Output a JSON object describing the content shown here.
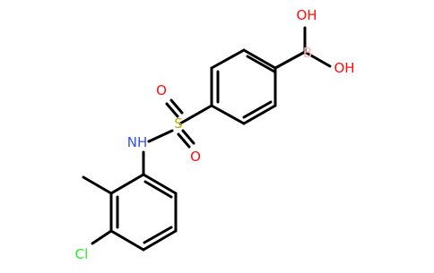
{
  "molecule": {
    "atoms": {
      "oh_top": "OH",
      "oh_right": "OH",
      "boron": "B",
      "oxygen_top": "O",
      "oxygen_bottom": "O",
      "sulfur": "S",
      "amine": "NH",
      "chlorine": "Cl"
    },
    "colors": {
      "bond": "#000000",
      "oxygen": "#ff0d0d",
      "boron": "#ffb5b5",
      "sulfur": "#b2b200",
      "nitrogen": "#3050f8",
      "chlorine": "#1ff01f"
    }
  }
}
